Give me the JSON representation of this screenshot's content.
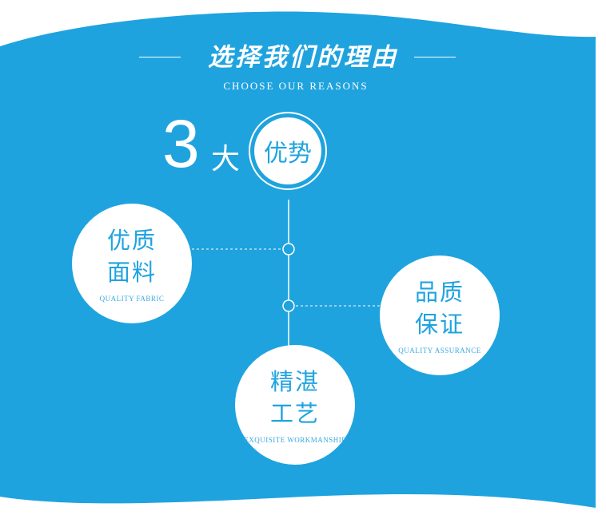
{
  "header": {
    "title": "选择我们的理由",
    "subtitle": "CHOOSE OUR REASONS"
  },
  "headline": {
    "number": "3",
    "unit": "大",
    "badge": "优势"
  },
  "features": [
    {
      "line1": "优质",
      "line2": "面料",
      "en": "QUALITY FABRIC"
    },
    {
      "line1": "品质",
      "line2": "保证",
      "en": "QUALITY ASSURANCE"
    },
    {
      "line1": "精湛",
      "line2": "工艺",
      "en": "EXQUISITE WORKMANSHIP"
    }
  ],
  "colors": {
    "panel_blue": "#1fa3df",
    "text_white": "#ffffff",
    "accent_blue_text": "#1fa3df"
  }
}
